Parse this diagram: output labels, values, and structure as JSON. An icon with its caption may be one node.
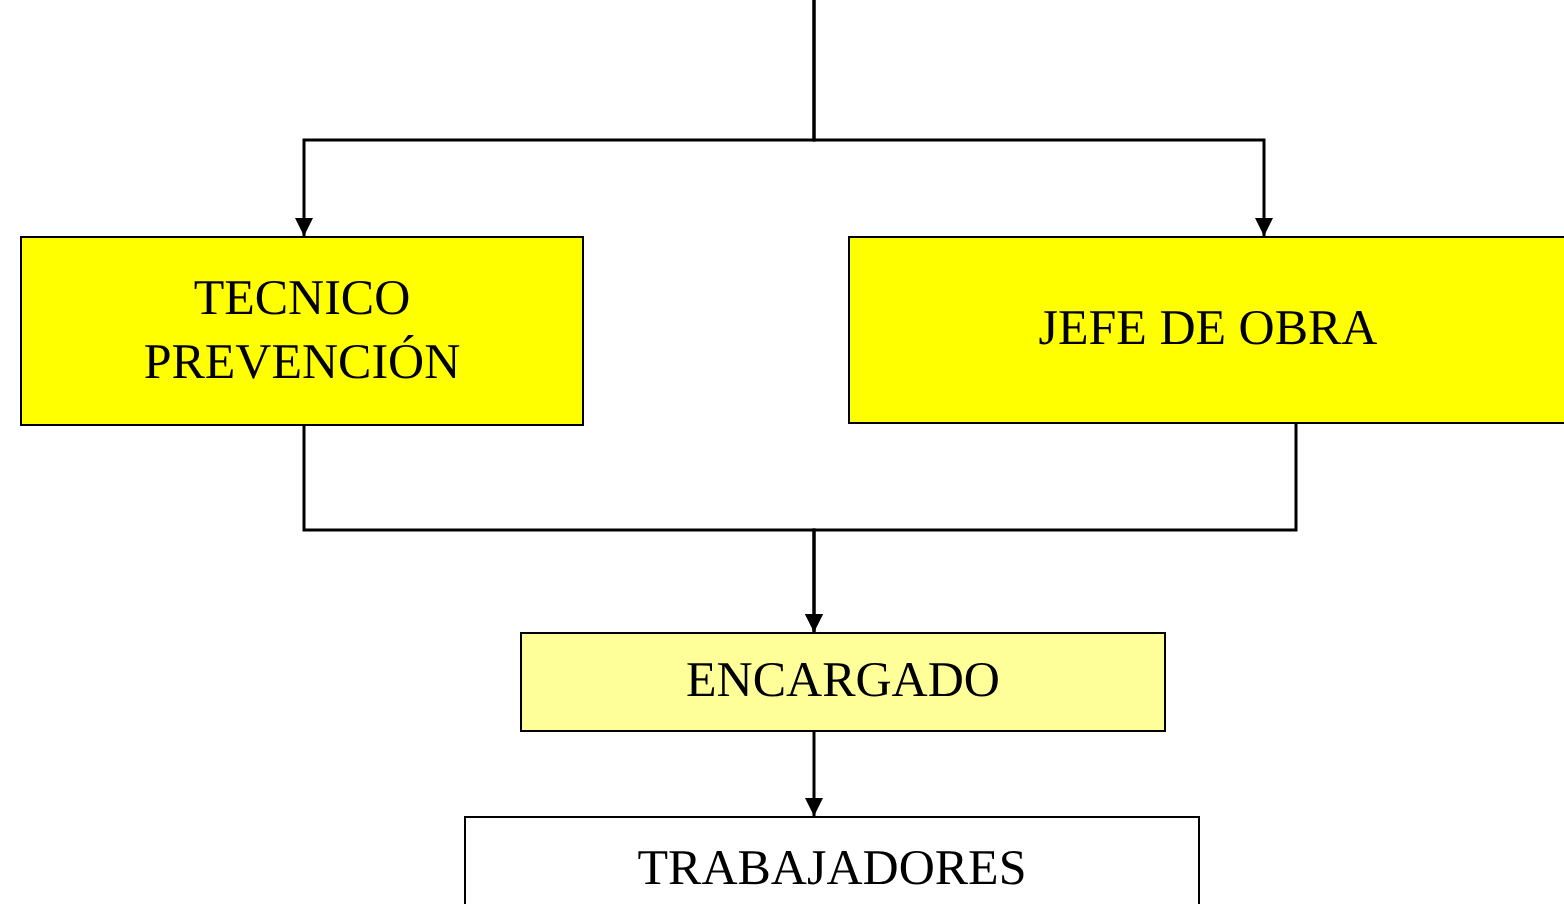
{
  "diagram": {
    "nodes": [
      {
        "text": [
          "TECNICO PREVENCIÓN"
        ]
      },
      {
        "text": [
          "JEFE DE OBRA"
        ]
      },
      {
        "text": [
          "ENCARGADO"
        ]
      },
      {
        "text": [
          "TRABAJADORES"
        ]
      }
    ],
    "edges": [
      {
        "from": null,
        "to": 0,
        "arrow": "to"
      },
      {
        "from": null,
        "to": 1,
        "arrow": "to"
      },
      {
        "from": 0,
        "to": 2,
        "arrow": "to"
      },
      {
        "from": 1,
        "to": 2,
        "arrow": "to"
      },
      {
        "from": 2,
        "to": 3,
        "arrow": "to"
      }
    ]
  }
}
